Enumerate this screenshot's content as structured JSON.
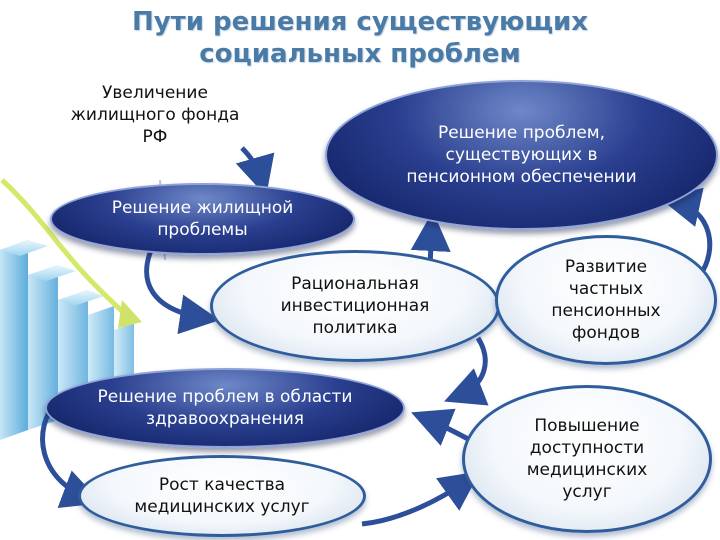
{
  "title": "Пути решения существующих социальных проблем",
  "nodes": {
    "housing_fund": "Увеличение жилищного фонда РФ",
    "housing_solution": "Решение жилищной проблемы",
    "investment_policy": "Рациональная инвестиционная политика",
    "healthcare_solution": "Решение проблем в области здравоохранения",
    "medical_quality": "Рост качества медицинских услуг",
    "pension_solution": "Решение проблем, существующих в пенсионном обеспечении",
    "private_pension": "Развитие частных пенсионных фондов",
    "medical_access": "Повышение доступности медицинских услуг"
  },
  "colors": {
    "title": "#4a7aa6",
    "dark_node": "#1d2f7a",
    "light_border": "#2f5d9c",
    "arrow": "#2d4f9a"
  }
}
